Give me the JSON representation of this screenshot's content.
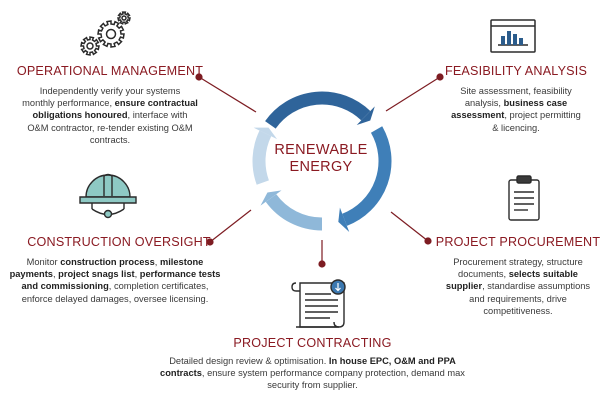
{
  "center": {
    "line1": "RENEWABLE",
    "line2": "ENERGY"
  },
  "colors": {
    "title": "#8a1a22",
    "connector": "#7d1c22",
    "ring_dark": "#2d5f8f",
    "ring_light": "#c9dcec"
  },
  "stages": {
    "operational": {
      "icon": "gears-icon",
      "title": "OPERATIONAL MANAGEMENT",
      "lines": [
        [
          {
            "t": "Independently verify your systems"
          }
        ],
        [
          {
            "t": "monthly performance, "
          },
          {
            "t": "ensure contractual",
            "b": true
          }
        ],
        [
          {
            "t": "obligations honoured",
            "b": true
          },
          {
            "t": ", interface with"
          }
        ],
        [
          {
            "t": "O&M contractor, re-tender existing O&M"
          }
        ],
        [
          {
            "t": "contracts."
          }
        ]
      ]
    },
    "feasibility": {
      "icon": "bar-chart-icon",
      "title": "FEASIBILITY ANALYSIS",
      "lines": [
        [
          {
            "t": "Site assessment, feasibility"
          }
        ],
        [
          {
            "t": "analysis,  "
          },
          {
            "t": "business case",
            "b": true
          }
        ],
        [
          {
            "t": "assessment",
            "b": true
          },
          {
            "t": ", project permitting"
          }
        ],
        [
          {
            "t": "& licencing."
          }
        ]
      ]
    },
    "construction": {
      "icon": "hard-hat-icon",
      "title": "CONSTRUCTION OVERSIGHT",
      "lines": [
        [
          {
            "t": "Monitor "
          },
          {
            "t": "construction process",
            "b": true
          },
          {
            "t": ", "
          },
          {
            "t": "milestone",
            "b": true
          }
        ],
        [
          {
            "t": "payments",
            "b": true
          },
          {
            "t": ", "
          },
          {
            "t": "project snags list",
            "b": true
          },
          {
            "t": ", "
          },
          {
            "t": "performance tests",
            "b": true
          }
        ],
        [
          {
            "t": "and commissioning",
            "b": true
          },
          {
            "t": ", completion certificates,"
          }
        ],
        [
          {
            "t": "enforce delayed damages, oversee  licensing."
          }
        ]
      ]
    },
    "procurement": {
      "icon": "clipboard-icon",
      "title": "PROJECT PROCUREMENT",
      "lines": [
        [
          {
            "t": "Procurement strategy, structure"
          }
        ],
        [
          {
            "t": "documents, "
          },
          {
            "t": "selects suitable",
            "b": true
          }
        ],
        [
          {
            "t": "supplier",
            "b": true
          },
          {
            "t": ", standardise assumptions"
          }
        ],
        [
          {
            "t": "and requirements, drive"
          }
        ],
        [
          {
            "t": "competitiveness."
          }
        ]
      ]
    },
    "contracting": {
      "icon": "contract-scroll-icon",
      "title": "PROJECT CONTRACTING",
      "lines": [
        [
          {
            "t": "Detailed design review & optimisation. "
          },
          {
            "t": "In house EPC, O&M  and PPA",
            "b": true
          }
        ],
        [
          {
            "t": "contracts",
            "b": true
          },
          {
            "t": ", ensure system performance company protection, demand max"
          }
        ],
        [
          {
            "t": "security from supplier."
          }
        ]
      ]
    }
  }
}
